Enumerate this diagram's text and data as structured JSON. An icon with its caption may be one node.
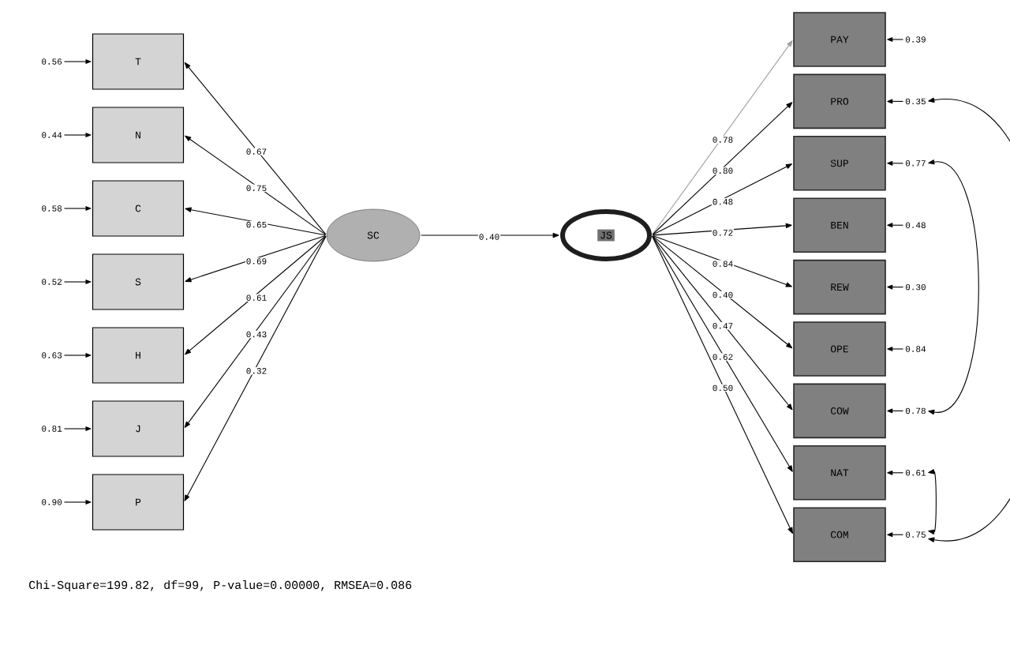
{
  "diagram": {
    "caption": "Chi-Square=199.82, df=99, P-value=0.00000, RMSEA=0.086",
    "nodes": [
      {
        "text": [
          "T"
        ]
      },
      {
        "text": [
          "N"
        ]
      },
      {
        "text": [
          "C"
        ]
      },
      {
        "text": [
          "S"
        ]
      },
      {
        "text": [
          "H"
        ]
      },
      {
        "text": [
          "J"
        ]
      },
      {
        "text": [
          "P"
        ]
      },
      {
        "text": [
          "SC"
        ]
      },
      {
        "text": [
          "JS"
        ]
      },
      {
        "text": [
          "PAY"
        ]
      },
      {
        "text": [
          "PRO"
        ]
      },
      {
        "text": [
          "SUP"
        ]
      },
      {
        "text": [
          "BEN"
        ]
      },
      {
        "text": [
          "REW"
        ]
      },
      {
        "text": [
          "OPE"
        ]
      },
      {
        "text": [
          "COW"
        ]
      },
      {
        "text": [
          "NAT"
        ]
      },
      {
        "text": [
          "COM"
        ]
      },
      {
        "text": [
          "0.56"
        ]
      },
      {
        "text": [
          "0.44"
        ]
      },
      {
        "text": [
          "0.58"
        ]
      },
      {
        "text": [
          "0.52"
        ]
      },
      {
        "text": [
          "0.63"
        ]
      },
      {
        "text": [
          "0.81"
        ]
      },
      {
        "text": [
          "0.90"
        ]
      },
      {
        "text": [
          "0.39"
        ]
      },
      {
        "text": [
          "0.35"
        ]
      },
      {
        "text": [
          "0.77"
        ]
      },
      {
        "text": [
          "0.48"
        ]
      },
      {
        "text": [
          "0.30"
        ]
      },
      {
        "text": [
          "0.84"
        ]
      },
      {
        "text": [
          "0.78"
        ]
      },
      {
        "text": [
          "0.61"
        ]
      },
      {
        "text": [
          "0.75"
        ]
      }
    ],
    "edges": [
      {
        "from": 7,
        "to": 0,
        "arrow": "to",
        "label": "0.67"
      },
      {
        "from": 7,
        "to": 1,
        "arrow": "to",
        "label": "0.75"
      },
      {
        "from": 7,
        "to": 2,
        "arrow": "to",
        "label": "0.65"
      },
      {
        "from": 7,
        "to": 3,
        "arrow": "to",
        "label": "0.69"
      },
      {
        "from": 7,
        "to": 4,
        "arrow": "to",
        "label": "0.61"
      },
      {
        "from": 7,
        "to": 5,
        "arrow": "to",
        "label": "0.43"
      },
      {
        "from": 7,
        "to": 6,
        "arrow": "to",
        "label": "0.32"
      },
      {
        "from": 7,
        "to": 8,
        "arrow": "to",
        "label": "0.40"
      },
      {
        "from": 8,
        "to": 9,
        "arrow": "to",
        "label": "0.78",
        "color": "#a0a0a0"
      },
      {
        "from": 8,
        "to": 10,
        "arrow": "to",
        "label": "0.80"
      },
      {
        "from": 8,
        "to": 11,
        "arrow": "to",
        "label": "0.48"
      },
      {
        "from": 8,
        "to": 12,
        "arrow": "to",
        "label": "0.72"
      },
      {
        "from": 8,
        "to": 13,
        "arrow": "to",
        "label": "0.84"
      },
      {
        "from": 8,
        "to": 14,
        "arrow": "to",
        "label": "0.40"
      },
      {
        "from": 8,
        "to": 15,
        "arrow": "to",
        "label": "0.47"
      },
      {
        "from": 8,
        "to": 16,
        "arrow": "to",
        "label": "0.62"
      },
      {
        "from": 8,
        "to": 17,
        "arrow": "to",
        "label": "0.50"
      },
      {
        "from": 18,
        "to": 0,
        "arrow": "to"
      },
      {
        "from": 19,
        "to": 1,
        "arrow": "to"
      },
      {
        "from": 20,
        "to": 2,
        "arrow": "to"
      },
      {
        "from": 21,
        "to": 3,
        "arrow": "to"
      },
      {
        "from": 22,
        "to": 4,
        "arrow": "to"
      },
      {
        "from": 23,
        "to": 5,
        "arrow": "to"
      },
      {
        "from": 24,
        "to": 6,
        "arrow": "to"
      },
      {
        "from": 25,
        "to": 9,
        "arrow": "to"
      },
      {
        "from": 26,
        "to": 10,
        "arrow": "to"
      },
      {
        "from": 27,
        "to": 11,
        "arrow": "to"
      },
      {
        "from": 28,
        "to": 12,
        "arrow": "to"
      },
      {
        "from": 29,
        "to": 13,
        "arrow": "to"
      },
      {
        "from": 30,
        "to": 14,
        "arrow": "to"
      },
      {
        "from": 31,
        "to": 15,
        "arrow": "to"
      },
      {
        "from": 32,
        "to": 16,
        "arrow": "to"
      },
      {
        "from": 33,
        "to": 17,
        "arrow": "to"
      },
      {
        "from": 26,
        "to": 33,
        "arrow": "both"
      },
      {
        "from": 27,
        "to": 31,
        "arrow": "both"
      },
      {
        "from": 32,
        "to": 33,
        "arrow": "both"
      }
    ]
  }
}
